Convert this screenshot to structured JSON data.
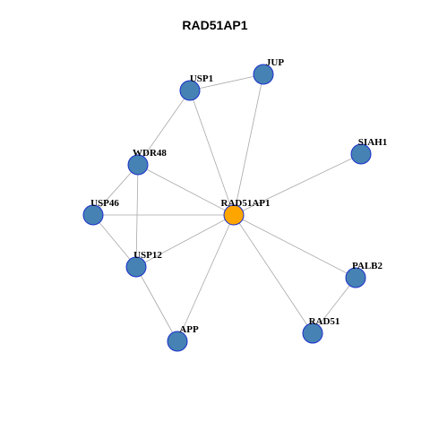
{
  "title": "RAD51AP1",
  "colors": {
    "node": "#4682b4",
    "center_node": "#ffa500",
    "node_border": "#1a2fcc",
    "edge": "#a8a8a8"
  },
  "nodes": [
    {
      "id": "RAD51AP1",
      "label": "RAD51AP1",
      "kind": "center"
    },
    {
      "id": "JUP",
      "label": "JUP",
      "kind": "neighbor"
    },
    {
      "id": "USP1",
      "label": "USP1",
      "kind": "neighbor"
    },
    {
      "id": "SIAH1",
      "label": "SIAH1",
      "kind": "neighbor"
    },
    {
      "id": "WDR48",
      "label": "WDR48",
      "kind": "neighbor"
    },
    {
      "id": "USP46",
      "label": "USP46",
      "kind": "neighbor"
    },
    {
      "id": "USP12",
      "label": "USP12",
      "kind": "neighbor"
    },
    {
      "id": "PALB2",
      "label": "PALB2",
      "kind": "neighbor"
    },
    {
      "id": "RAD51",
      "label": "RAD51",
      "kind": "neighbor"
    },
    {
      "id": "APP",
      "label": "APP",
      "kind": "neighbor"
    }
  ],
  "edges": [
    [
      "USP1",
      "JUP"
    ],
    [
      "USP1",
      "WDR48"
    ],
    [
      "USP1",
      "RAD51AP1"
    ],
    [
      "JUP",
      "RAD51AP1"
    ],
    [
      "SIAH1",
      "RAD51AP1"
    ],
    [
      "WDR48",
      "RAD51AP1"
    ],
    [
      "WDR48",
      "USP46"
    ],
    [
      "WDR48",
      "USP12"
    ],
    [
      "USP46",
      "RAD51AP1"
    ],
    [
      "USP46",
      "USP12"
    ],
    [
      "USP12",
      "RAD51AP1"
    ],
    [
      "USP12",
      "APP"
    ],
    [
      "APP",
      "RAD51AP1"
    ],
    [
      "RAD51",
      "RAD51AP1"
    ],
    [
      "RAD51",
      "PALB2"
    ],
    [
      "PALB2",
      "RAD51AP1"
    ]
  ]
}
